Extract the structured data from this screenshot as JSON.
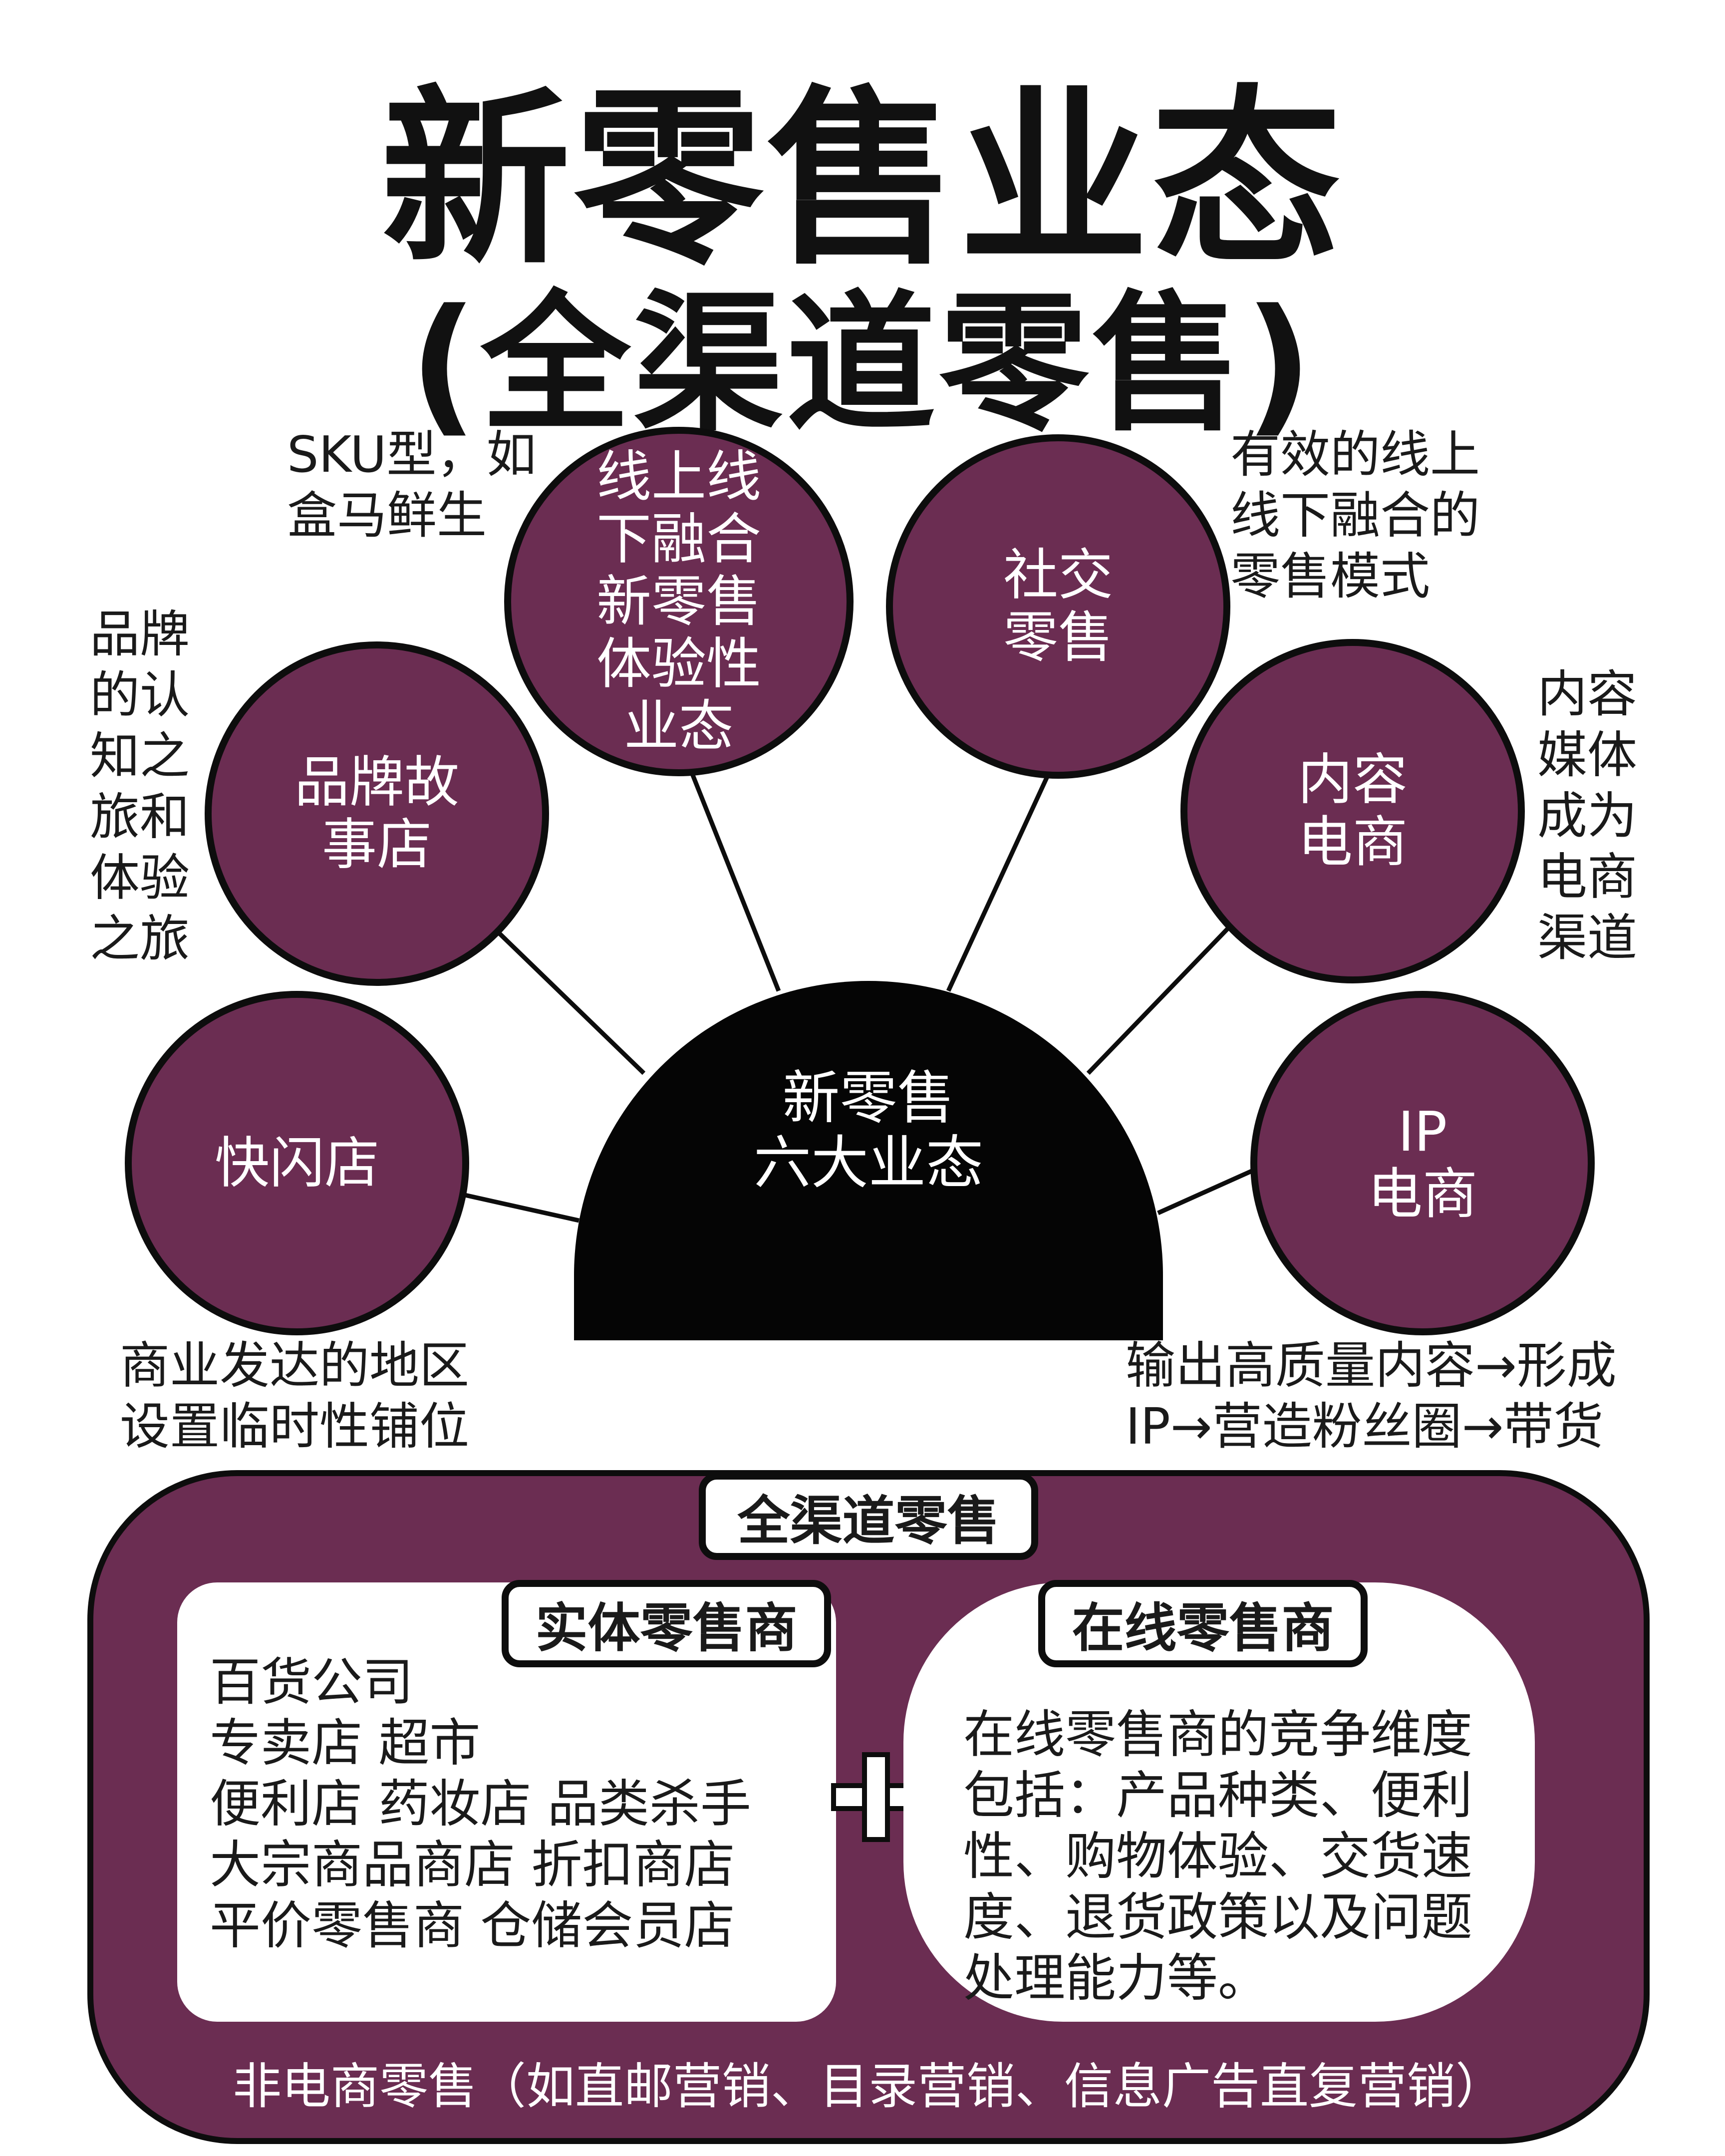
{
  "title": {
    "main": "新零售业态",
    "sub": "(全渠道零售)"
  },
  "hub": {
    "label": "新零售\n六大业态"
  },
  "nodes": {
    "flash_store": {
      "label": "快闪店",
      "note": "商业发达的地区\n设置临时性铺位"
    },
    "brand_story": {
      "label": "品牌故\n事店",
      "note": "品牌\n的认\n知之\n旅和\n体验\n之旅"
    },
    "online_offline": {
      "label": "线上线\n下融合\n新零售\n体验性\n业态",
      "note": "SKU型，如\n盒马鲜生"
    },
    "social_retail": {
      "label": "社交\n零售",
      "note": "有效的线上\n线下融合的\n零售模式"
    },
    "content_ecommerce": {
      "label": "内容\n电商",
      "note": "内容\n媒体\n成为\n电商\n渠道"
    },
    "ip_ecommerce": {
      "label": "IP\n电商",
      "note": "输出高质量内容→形成\nIP→营造粉丝圈→带货"
    }
  },
  "omnichannel": {
    "title": "全渠道零售",
    "physical": {
      "title": "实体零售商",
      "text": "百货公司\n专卖店  超市\n便利店  药妆店  品类杀手\n大宗商品商店  折扣商店\n平价零售商  仓储会员店"
    },
    "online": {
      "title": "在线零售商",
      "text": "在线零售商的竞争维度\n包括：产品种类、便利\n性、购物体验、交货速\n度、退货政策以及问题\n   处理能力等。"
    },
    "footer": "非电商零售（如直邮营销、目录营销、信息广告直复营销）"
  },
  "colors": {
    "node_fill": "#6b2d52",
    "hub_fill": "#050505",
    "outline": "#0d0d0d"
  }
}
